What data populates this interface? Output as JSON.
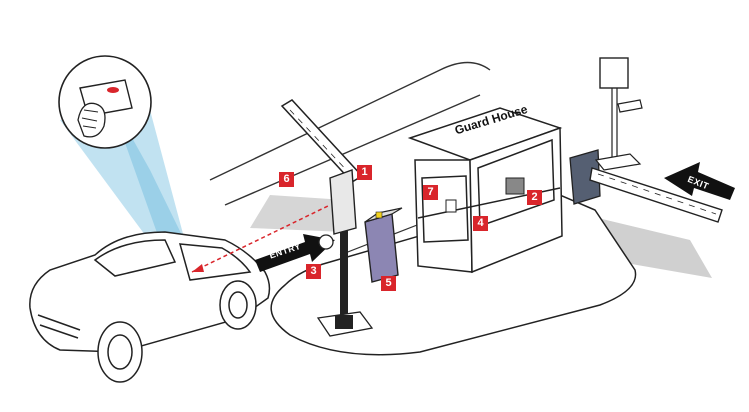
{
  "guard_house_title": "Guard House",
  "entry_arrow_text": "ENTRY",
  "exit_arrow_text": "EXIT",
  "component_labels": [
    "1",
    "2",
    "3",
    "4",
    "5",
    "6",
    "7"
  ],
  "colors": {
    "label_red": "#d9252b",
    "outline": "#222222",
    "beam_cone": "#8ecbe6",
    "shadow_gray": "#cfcfcf",
    "reader_purple": "#8c86b3"
  }
}
